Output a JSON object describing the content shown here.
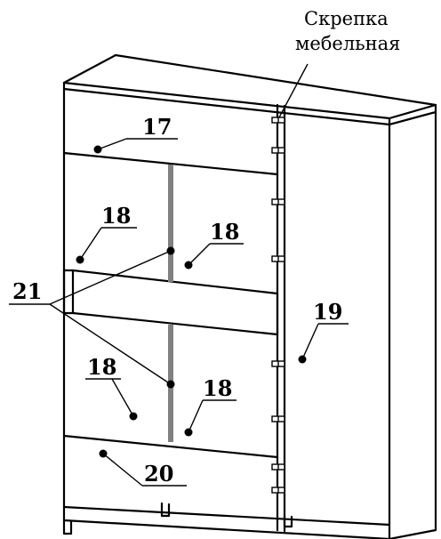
{
  "caption": {
    "line1": "Скрепка",
    "line2": "мебельная"
  },
  "labels": {
    "l17": "17",
    "l18a": "18",
    "l18b": "18",
    "l18c": "18",
    "l18d": "18",
    "l19": "19",
    "l20": "20",
    "l21": "21"
  },
  "colors": {
    "line": "#000000",
    "divider_post": "#808080",
    "background": "#ffffff"
  }
}
